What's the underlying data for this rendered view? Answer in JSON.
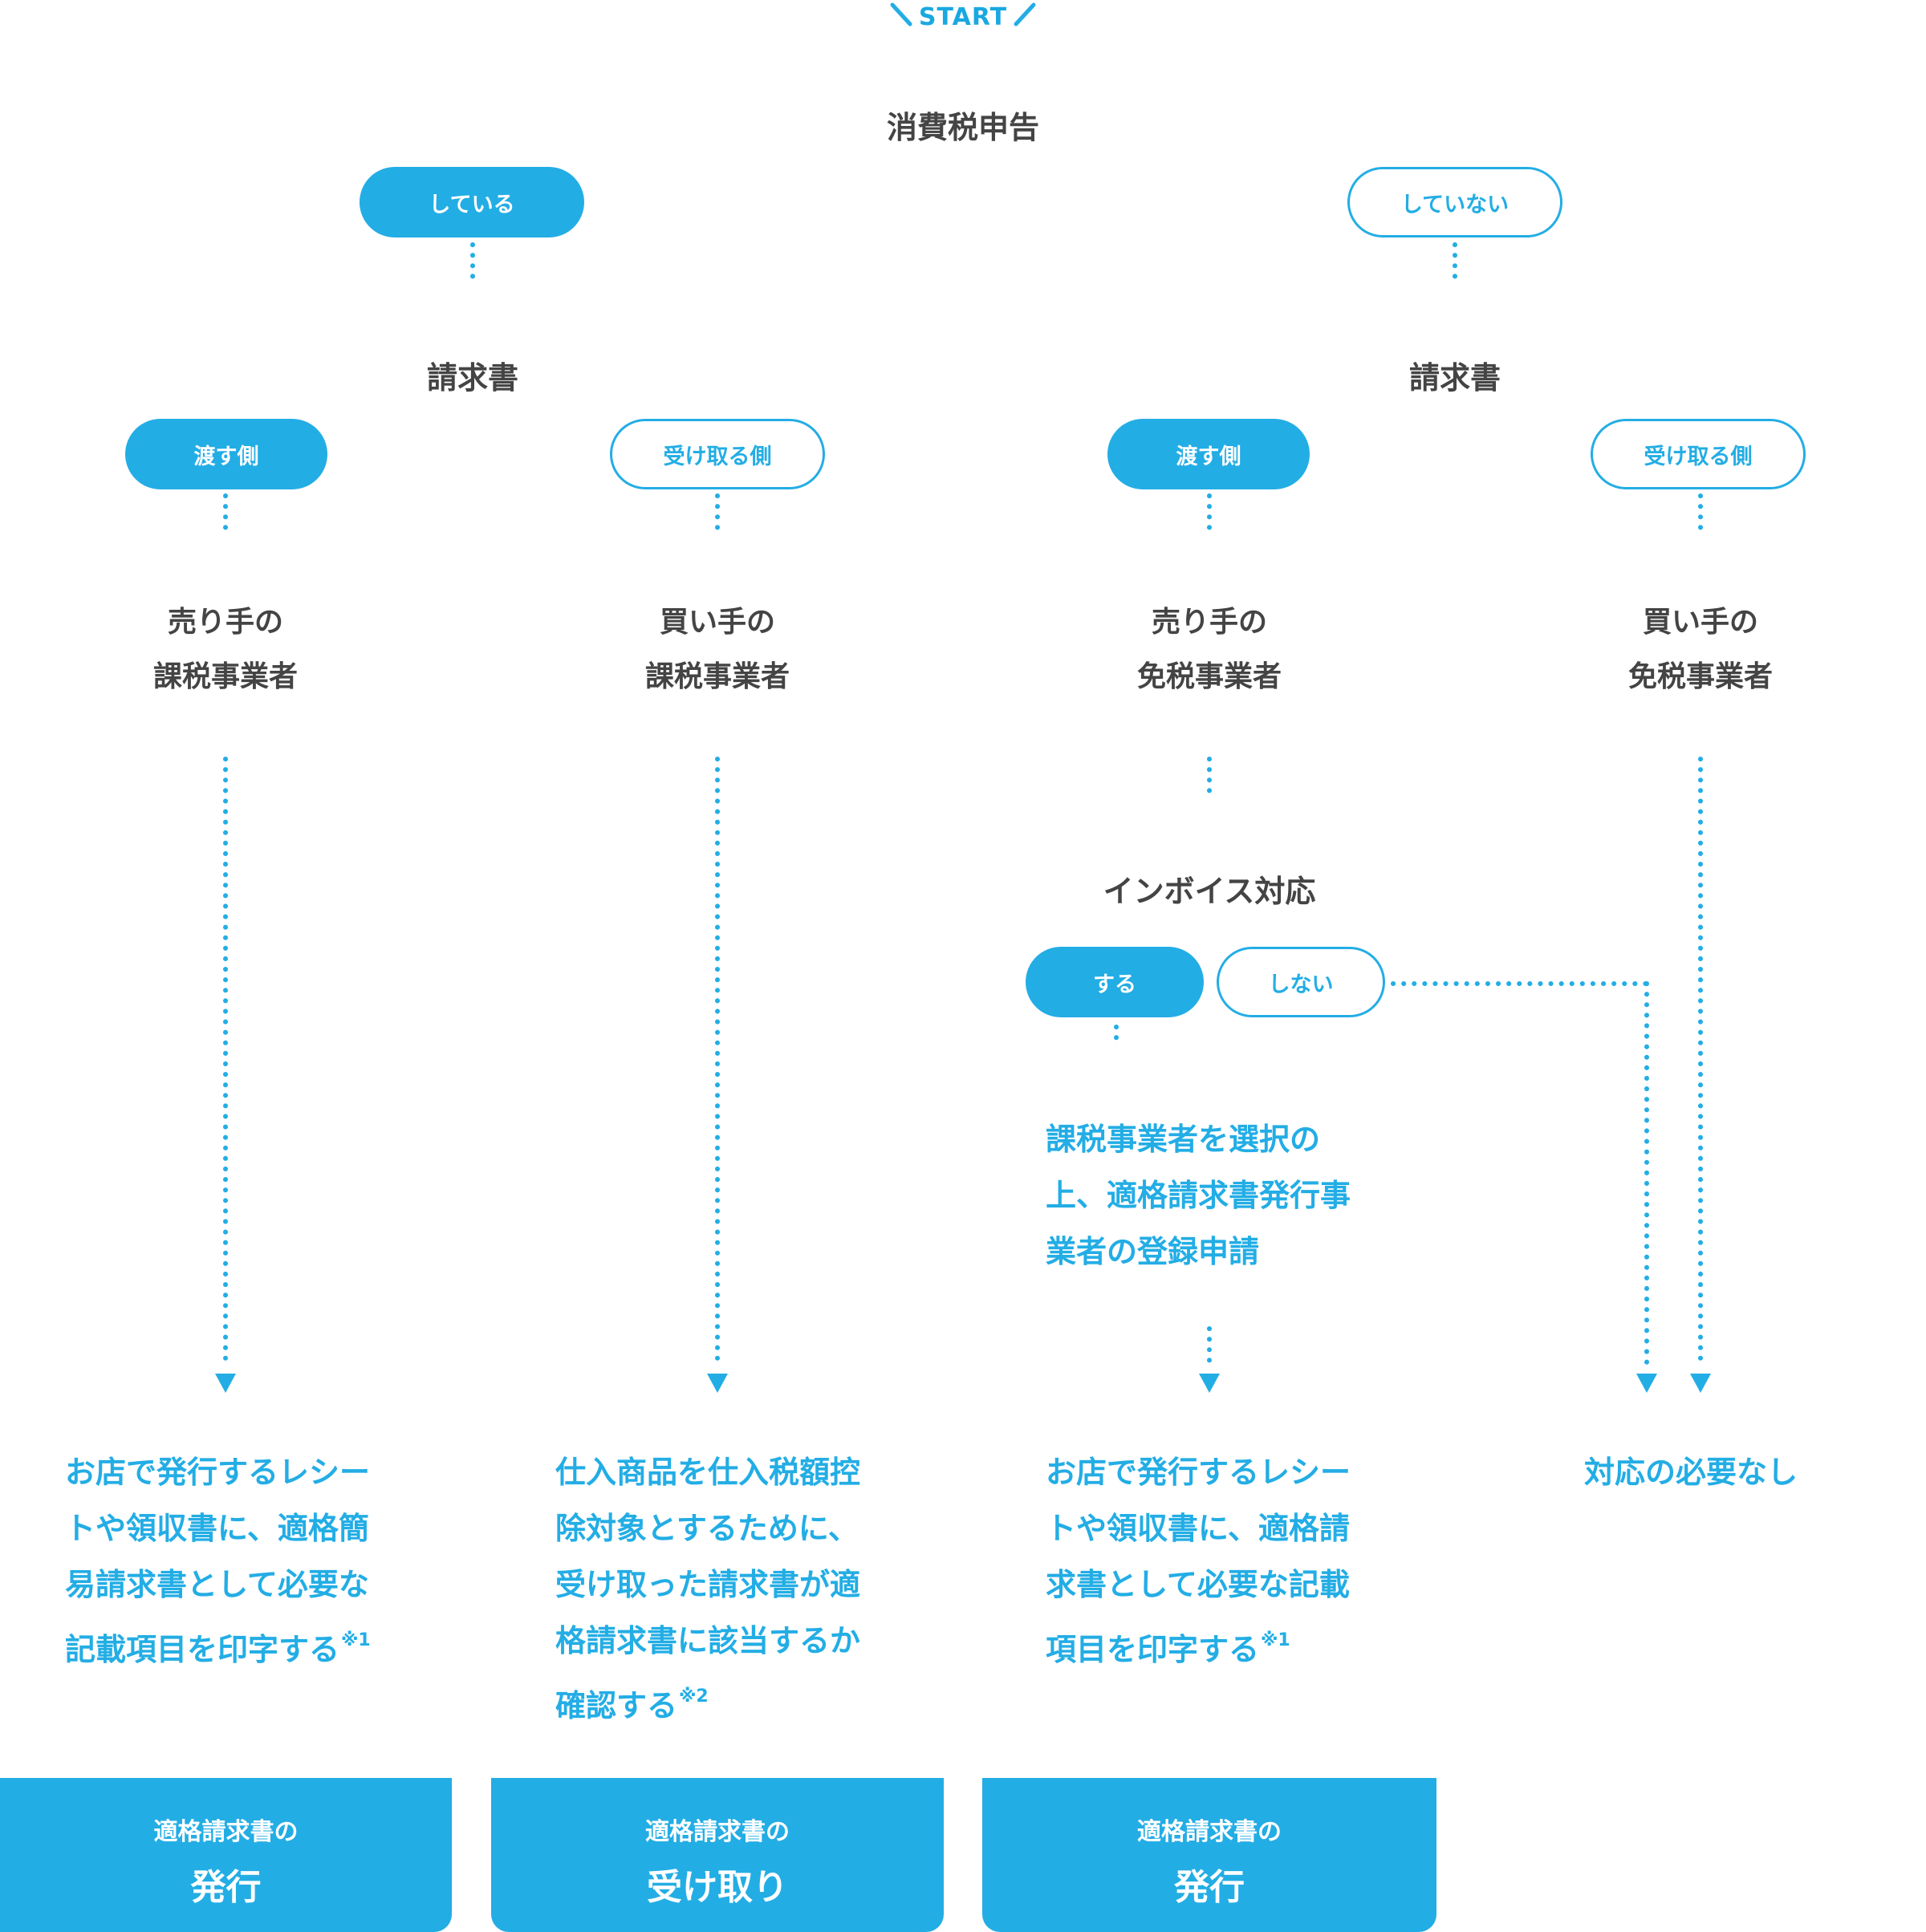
{
  "start_label": "START",
  "top_heading": "消費税申告",
  "branches": {
    "yes_label": "している",
    "no_label": "していない"
  },
  "invoice_heading": "請求書",
  "roles": {
    "issuer": "渡す側",
    "receiver": "受け取る側"
  },
  "columns": [
    {
      "role_line1": "売り手の",
      "role_line2": "課税事業者"
    },
    {
      "role_line1": "買い手の",
      "role_line2": "課税事業者"
    },
    {
      "role_line1": "売り手の",
      "role_line2": "免税事業者"
    },
    {
      "role_line1": "買い手の",
      "role_line2": "免税事業者"
    }
  ],
  "invoice_support": {
    "heading": "インボイス対応",
    "do_label": "する",
    "dont_label": "しない",
    "step_lines": [
      "課税事業者を選択の",
      "上、適格請求書発行事",
      "業者の登録申請"
    ]
  },
  "results": [
    {
      "lines": [
        "お店で発行するレシー",
        "トや領収書に、適格簡",
        "易請求書として必要な",
        "記載項目を印字する"
      ],
      "note": "※1"
    },
    {
      "lines": [
        "仕入商品を仕入税額控",
        "除対象とするために、",
        "受け取った請求書が適",
        "格請求書に該当するか",
        "確認する"
      ],
      "note": "※2"
    },
    {
      "lines": [
        "お店で発行するレシー",
        "トや領収書に、適格請",
        "求書として必要な記載",
        "項目を印字する"
      ],
      "note": "※1"
    },
    {
      "lines": [
        "対応の必要なし"
      ],
      "note": ""
    }
  ],
  "actions": [
    {
      "sub": "適格請求書の",
      "main": "発行"
    },
    {
      "sub": "適格請求書の",
      "main": "受け取り"
    },
    {
      "sub": "適格請求書の",
      "main": "発行"
    }
  ],
  "colors": {
    "accent": "#23ade5",
    "text": "#444444",
    "background": "#ffffff"
  }
}
